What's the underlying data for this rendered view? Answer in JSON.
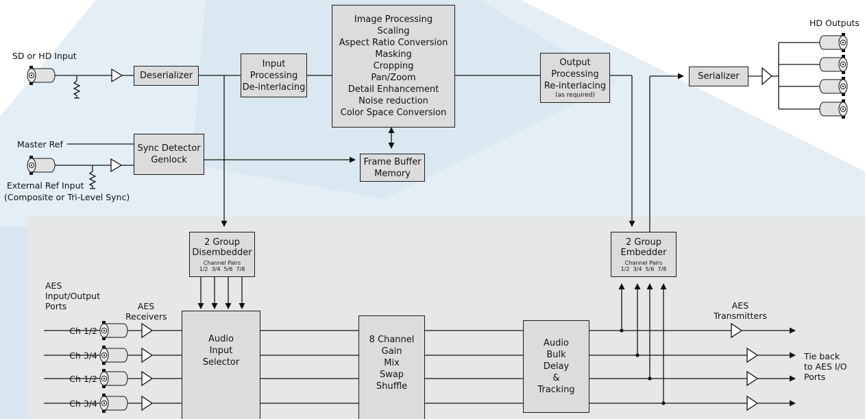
{
  "colors": {
    "panel": "#e5e7e8",
    "box_fill": "#dcdcdc",
    "line": "#1a1a1a",
    "blueprint_bg": "#dde9f3",
    "connector": "#bfbfbf"
  },
  "boxes": {
    "deserializer": {
      "label": "Deserializer"
    },
    "input_processing": {
      "lines": [
        "Input",
        "Processing",
        "De-interlacing"
      ]
    },
    "image_processing": {
      "lines": [
        "Image Processing",
        "Scaling",
        "Aspect Ratio Conversion",
        "Masking",
        "Cropping",
        "Pan/Zoom",
        "Detail Enhancement",
        "Noise reduction",
        "Color Space Conversion"
      ]
    },
    "output_processing": {
      "lines": [
        "Output",
        "Processing",
        "Re-interlacing"
      ],
      "note": "(as required)"
    },
    "serializer": {
      "label": "Serializer"
    },
    "sync_detector": {
      "lines": [
        "Sync Detector",
        "Genlock"
      ]
    },
    "frame_buffer": {
      "lines": [
        "Frame Buffer",
        "Memory"
      ]
    },
    "disembedder": {
      "lines": [
        "2 Group",
        "Disembedder"
      ],
      "caption": "Channel Pairs",
      "pairs": "1/2  3/4  5/6  7/8"
    },
    "embedder": {
      "lines": [
        "2 Group",
        "Embedder"
      ],
      "caption": "Channel Pairs",
      "pairs": "1/2  3/4  5/6  7/8"
    },
    "audio_input_selector": {
      "lines": [
        "Audio",
        "Input",
        "Selector"
      ]
    },
    "channel_gain": {
      "lines": [
        "8 Channel",
        "Gain",
        "Mix",
        "Swap",
        "Shuffle"
      ]
    },
    "audio_delay": {
      "lines": [
        "Audio",
        "Bulk",
        "Delay",
        "&",
        "Tracking"
      ]
    }
  },
  "labels": {
    "sd_hd_input": "SD or HD Input",
    "master_ref": "Master Ref",
    "external_ref": "External Ref Input",
    "external_ref_note": "(Composite or Tri-Level Sync)",
    "hd_outputs": "HD Outputs",
    "aes_io_ports": [
      "AES",
      "Input/Output",
      "Ports"
    ],
    "aes_receivers": [
      "AES",
      "Receivers"
    ],
    "aes_transmitters": [
      "AES",
      "Transmitters"
    ],
    "tie_back": [
      "Tie back",
      "to AES I/O",
      "Ports"
    ],
    "channels": [
      "Ch 1/2",
      "Ch 3/4",
      "Ch 1/2",
      "Ch 3/4"
    ]
  },
  "icons": [
    "bnc-connector-icon",
    "amplifier-triangle-icon",
    "ground-resistor-icon",
    "arrow-icon"
  ]
}
